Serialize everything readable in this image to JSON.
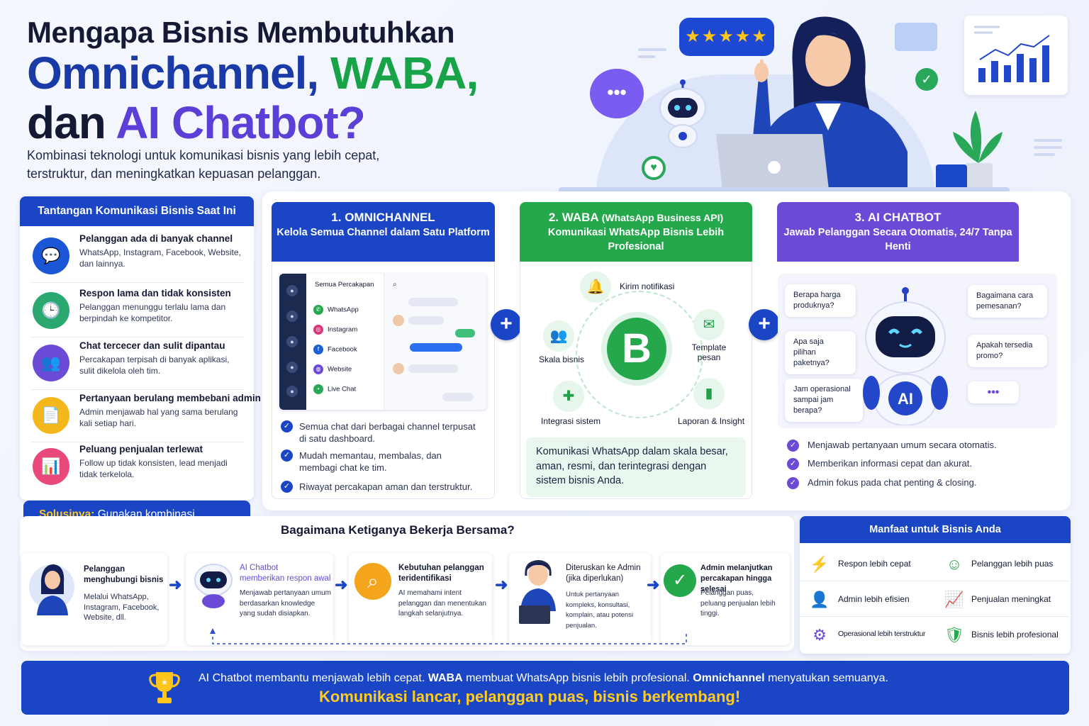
{
  "title": {
    "line1": "Mengapa Bisnis Membutuhkan",
    "omni": "Omnichannel,",
    "waba": "WABA,",
    "dan": "dan",
    "ai": "AI Chatbot?",
    "subtitle": "Kombinasi teknologi untuk komunikasi bisnis yang lebih cepat, terstruktur, dan meningkatkan kepuasan pelanggan."
  },
  "hero": {
    "rating": "★★★★★",
    "chat_dots": "•••"
  },
  "challenges": {
    "header": "Tantangan Komunikasi Bisnis Saat Ini",
    "items": [
      {
        "title": "Pelanggan ada di banyak channel",
        "desc": "WhatsApp, Instagram, Facebook, Website, dan lainnya.",
        "icon": "chat-bubble-icon",
        "color": "#1a56d6"
      },
      {
        "title": "Respon lama dan tidak konsisten",
        "desc": "Pelanggan menunggu terlalu lama dan berpindah ke kompetitor.",
        "icon": "clock-icon",
        "color": "#2aa870"
      },
      {
        "title": "Chat tercecer dan sulit dipantau",
        "desc": "Percakapan terpisah di banyak aplikasi, sulit dikelola oleh tim.",
        "icon": "people-icon",
        "color": "#6b4bd6"
      },
      {
        "title": "Pertanyaan berulang membebani admin",
        "desc": "Admin menjawab hal yang sama berulang kali setiap hari.",
        "icon": "document-icon",
        "color": "#f5b81c"
      },
      {
        "title": "Peluang penjualan terlewat",
        "desc": "Follow up tidak konsisten, lead menjadi tidak terkelola.",
        "icon": "bar-chart-icon",
        "color": "#e8487a"
      }
    ],
    "solution_prefix": "Solusinya:",
    "solution_text": "Gunakan kombinasi Omnichannel + WABA + AI Chatbot!"
  },
  "omnichannel": {
    "title": "1. OMNICHANNEL",
    "subtitle": "Kelola Semua Channel dalam Satu Platform",
    "dashboard_header": "Semua Percakapan",
    "channels": [
      "WhatsApp",
      "Instagram",
      "Facebook",
      "Website",
      "Live Chat"
    ],
    "checks": [
      "Semua chat dari berbagai channel terpusat di satu dashboard.",
      "Mudah memantau, membalas, dan membagi chat ke tim.",
      "Riwayat percakapan aman dan terstruktur."
    ]
  },
  "waba": {
    "title": "2. WABA",
    "title_small": "(WhatsApp Business API)",
    "subtitle": "Komunikasi WhatsApp Bisnis Lebih Profesional",
    "logo": "B",
    "nodes": {
      "notif": "Kirim notifikasi",
      "scale": "Skala bisnis",
      "template": "Template pesan",
      "integration": "Integrasi sistem",
      "report": "Laporan & Insight"
    },
    "note": "Komunikasi WhatsApp dalam skala besar, aman, resmi, dan terintegrasi dengan sistem bisnis Anda."
  },
  "ai_chatbot": {
    "title": "3. AI CHATBOT",
    "subtitle": "Jawab Pelanggan Secara Otomatis, 24/7 Tanpa Henti",
    "robot_badge": "AI",
    "questions_left": [
      "Berapa harga produknya?",
      "Apa saja pilihan paketnya?",
      "Jam operasional sampai jam berapa?"
    ],
    "questions_right": [
      "Bagaimana cara pemesanan?",
      "Apakah tersedia promo?",
      "•••"
    ],
    "checks": [
      "Menjawab pertanyaan umum secara otomatis.",
      "Memberikan informasi cepat dan akurat.",
      "Admin fokus pada chat penting & closing."
    ]
  },
  "plus_sign": "+",
  "how": {
    "title": "Bagaimana Ketiganya Bekerja Bersama?",
    "steps": [
      {
        "title": "Pelanggan menghubungi bisnis",
        "desc": "Melalui WhatsApp, Instagram, Facebook, Website, dll."
      },
      {
        "title": "AI Chatbot memberikan respon awal",
        "desc": "Menjawab pertanyaan umum berdasarkan knowledge yang sudah disiapkan."
      },
      {
        "title": "Kebutuhan pelanggan teridentifikasi",
        "desc": "AI memahami intent pelanggan dan menentukan langkah selanjutnya."
      },
      {
        "title": "Diteruskan ke Admin (jika diperlukan)",
        "desc": "Untuk pertanyaan kompleks, konsultasi, komplain, atau potensi penjualan."
      },
      {
        "title": "Admin melanjutkan percakapan hingga selesai",
        "desc": "Pelanggan puas, peluang penjualan lebih tinggi."
      }
    ],
    "ai_chatbot_label": "AI Chatbot",
    "ai_chatbot_rest": "memberikan respon awal"
  },
  "benefits": {
    "header": "Manfaat untuk Bisnis Anda",
    "items": [
      {
        "label": "Respon lebih cepat",
        "icon": "lightning-icon"
      },
      {
        "label": "Pelanggan lebih puas",
        "icon": "smile-icon"
      },
      {
        "label": "Admin lebih efisien",
        "icon": "user-icon"
      },
      {
        "label": "Penjualan meningkat",
        "icon": "growth-chart-icon"
      },
      {
        "label": "Operasional lebih terstruktur",
        "icon": "gear-icon"
      },
      {
        "label": "Bisnis lebih profesional",
        "icon": "shield-check-icon"
      }
    ]
  },
  "bottom": {
    "part1": "AI Chatbot membantu menjawab lebih cepat.",
    "waba": "WABA",
    "part2": "membuat WhatsApp bisnis lebih profesional.",
    "omni": "Omnichannel",
    "part3": "menyatukan semuanya.",
    "tagline": "Komunikasi lancar, pelanggan puas, bisnis berkembang!"
  },
  "colors": {
    "primary": "#1a46c6",
    "green": "#25a84c",
    "purple": "#6b4bd6",
    "yellow": "#ffcc1f"
  }
}
